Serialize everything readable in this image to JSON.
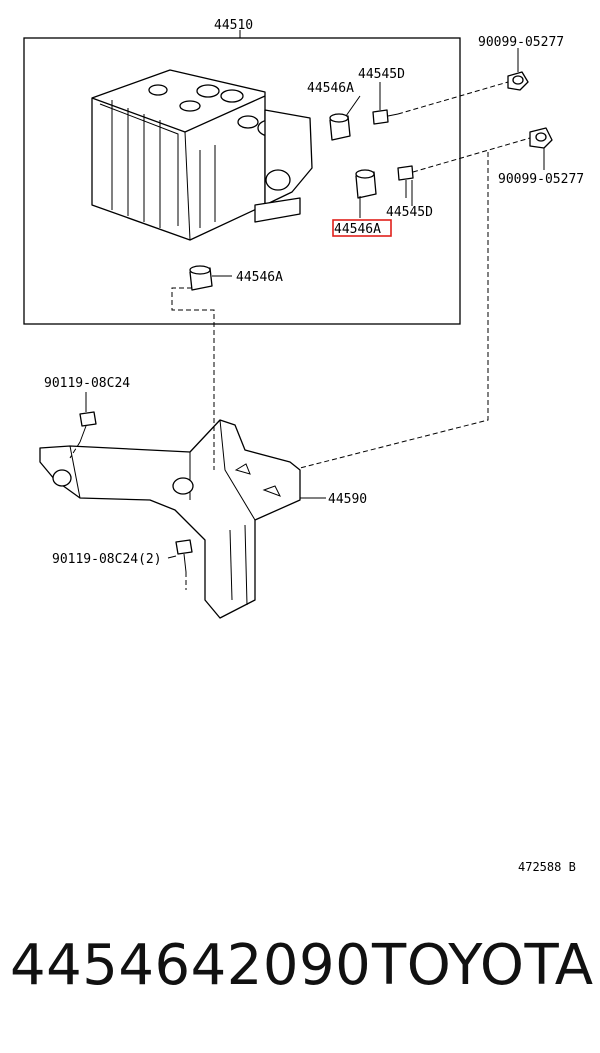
{
  "labels": {
    "assembly": "44510",
    "bolt_top": "90099-05277",
    "bolt_right": "90099-05277",
    "cushion_top": "44546A",
    "bolt_upper": "44545D",
    "bolt_lower": "44545D",
    "cushion_highlighted": "44546A",
    "cushion_bottom": "44546A",
    "bolt_left": "90119-08C24",
    "bolt_bottom": "90119-08C24(2)",
    "bracket": "44590",
    "figure_code": "472588 B"
  },
  "highlight_color": "#e0201a",
  "footer": {
    "part_number": "4454642090",
    "brand": "TOYOTA"
  }
}
